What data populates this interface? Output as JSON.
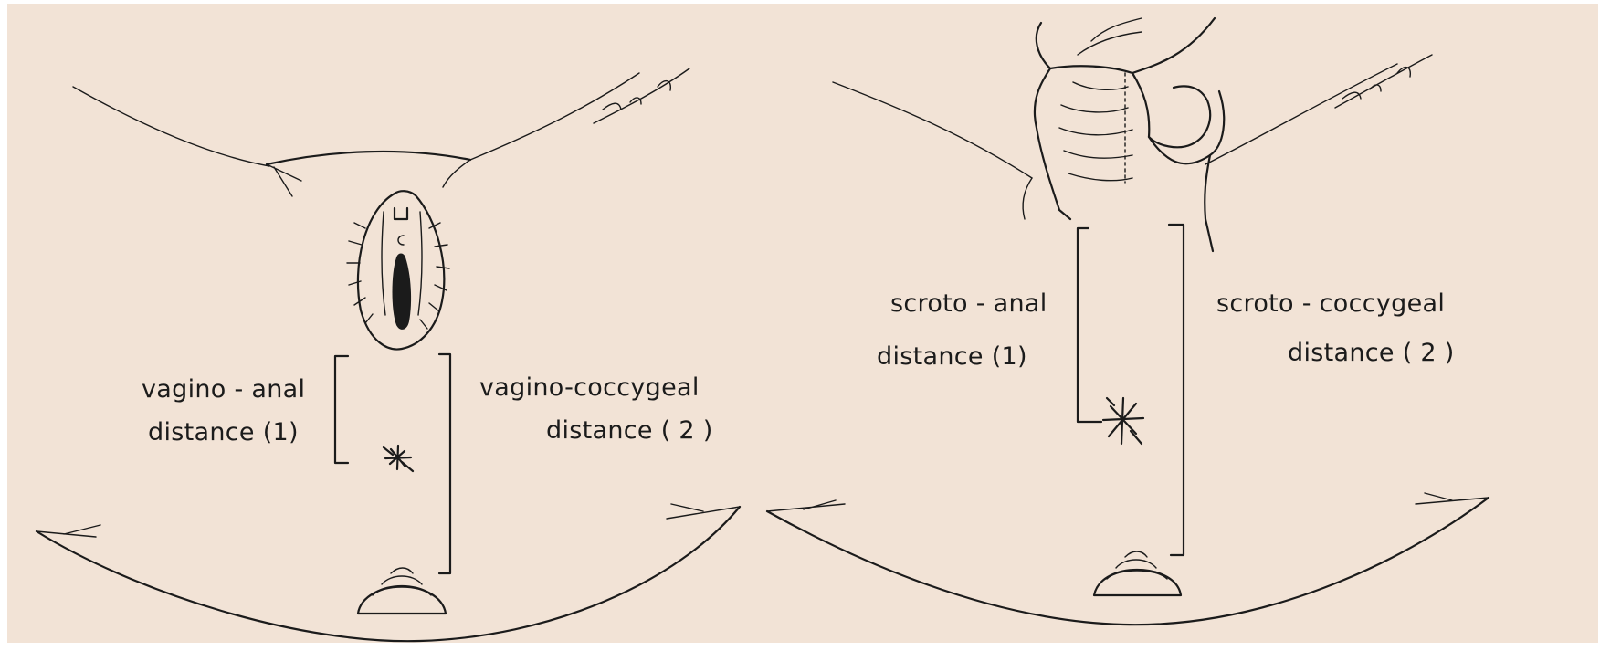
{
  "figure": {
    "colors": {
      "paper": "#f2e3d6",
      "ink": "#1b1b1b",
      "background": "#ffffff"
    },
    "female_panel": {
      "label_anal": {
        "line1": "vagino - anal",
        "line2": "distance  (1)"
      },
      "label_coccygeal": {
        "line1": "vagino-coccygeal",
        "line2": "distance  ( 2 )"
      }
    },
    "male_panel": {
      "label_anal": {
        "line1": "scroto - anal",
        "line2": "distance  (1)"
      },
      "label_coccygeal": {
        "line1": "scroto - coccygeal",
        "line2": "distance  ( 2 )"
      }
    }
  }
}
